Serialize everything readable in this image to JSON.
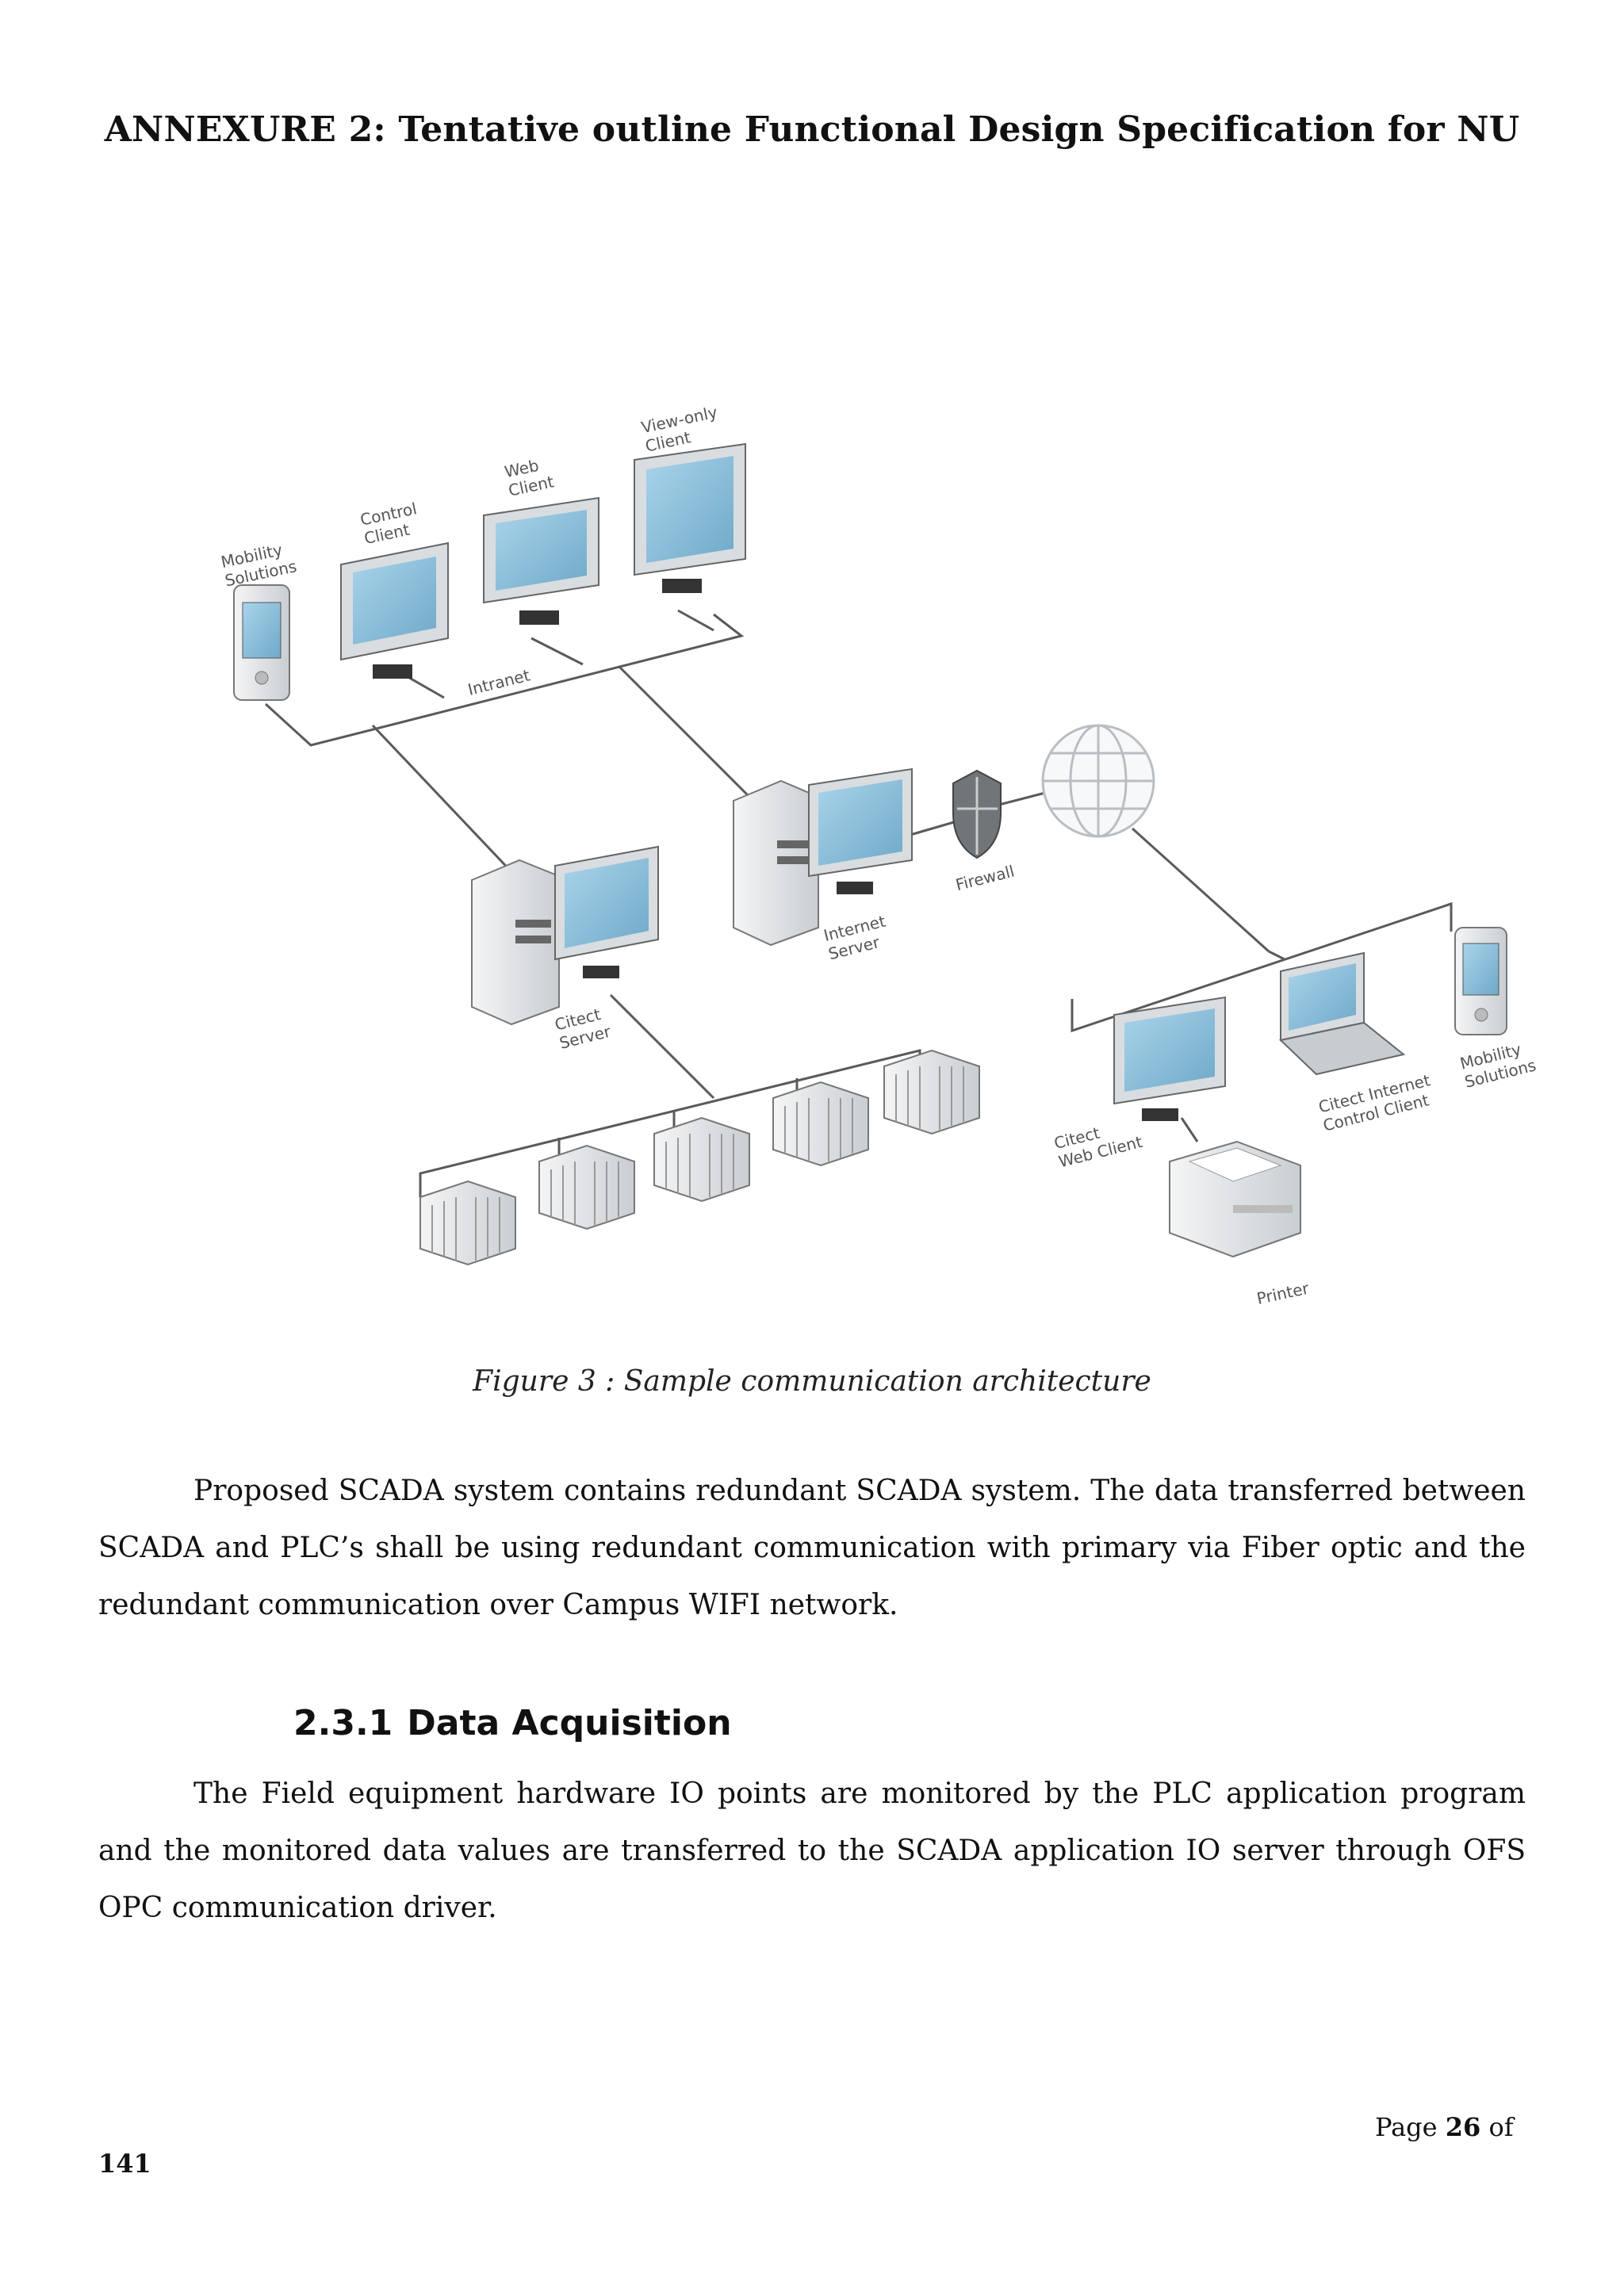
{
  "header": {
    "title": "ANNEXURE 2: Tentative outline Functional Design  Specification for NU"
  },
  "figure": {
    "labels": {
      "mobility_top": [
        "Mobility",
        "Solutions"
      ],
      "control_client": [
        "Control",
        "Client"
      ],
      "web_client": [
        "Web",
        "Client"
      ],
      "view_only_client": [
        "View-only",
        "Client"
      ],
      "intranet": "Intranet",
      "firewall": "Firewall",
      "internet_server": [
        "Internet",
        "Server"
      ],
      "citect_server": [
        "Citect",
        "Server"
      ],
      "citect_web_client": [
        "Citect",
        "Web Client"
      ],
      "citect_internet_control_client": [
        "Citect Internet",
        "Control Client"
      ],
      "mobility_bottom": [
        "Mobility",
        "Solutions"
      ],
      "printer": "Printer"
    },
    "caption": "Figure 3 : Sample communication architecture"
  },
  "body": {
    "paragraph1": "Proposed SCADA system contains redundant SCADA system. The data transferred between SCADA and PLC’s shall be using redundant communication with primary via Fiber optic and the redundant communication over Campus WIFI network.",
    "section_number": "2.3.1",
    "section_title": "Data Acquisition",
    "paragraph2": "The Field equipment hardware IO points are monitored by the PLC application program and the monitored data values are transferred to the SCADA application IO server through OFS OPC communication driver."
  },
  "footer": {
    "page_prefix": "Page ",
    "page_number": "26",
    "page_suffix": " of",
    "total_pages": "141"
  },
  "colors": {
    "screen": "#8fc3de",
    "device": "#e9ecef",
    "line": "#5a5a5a"
  }
}
